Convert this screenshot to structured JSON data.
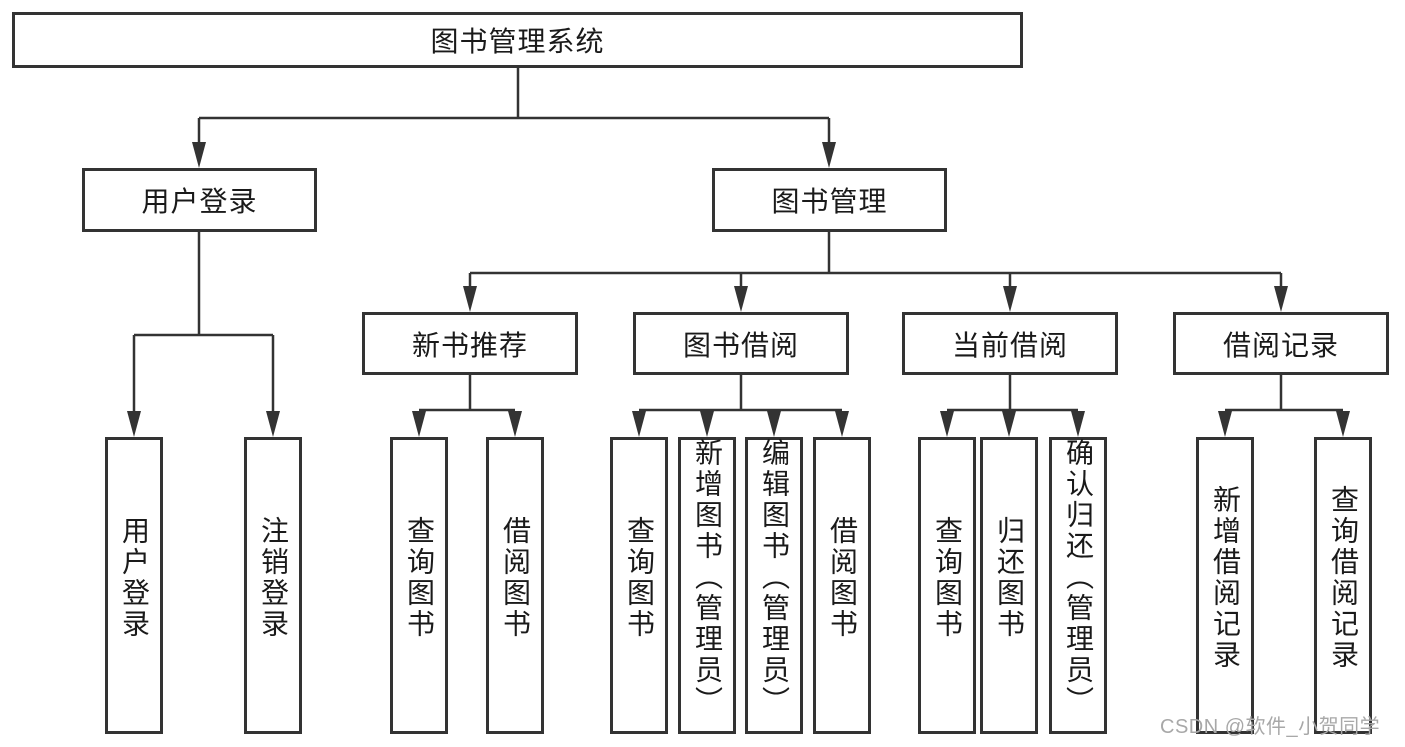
{
  "nodes": {
    "root": {
      "label": "图书管理系统"
    },
    "level2": [
      {
        "label": "用户登录"
      },
      {
        "label": "图书管理"
      }
    ],
    "level3": [
      {
        "label": "新书推荐"
      },
      {
        "label": "图书借阅"
      },
      {
        "label": "当前借阅"
      },
      {
        "label": "借阅记录"
      }
    ],
    "leaves": [
      {
        "label": "用户登录"
      },
      {
        "label": "注销登录"
      },
      {
        "label": "查询图书"
      },
      {
        "label": "借阅图书"
      },
      {
        "label": "查询图书"
      },
      {
        "label": "新增图书（管理员）"
      },
      {
        "label": "编辑图书（管理员）"
      },
      {
        "label": "借阅图书"
      },
      {
        "label": "查询图书"
      },
      {
        "label": "归还图书"
      },
      {
        "label": "确认归还（管理员）"
      },
      {
        "label": "新增借阅记录"
      },
      {
        "label": "查询借阅记录"
      }
    ]
  },
  "watermark": "CSDN @软件_小贺同学",
  "colors": {
    "line": "#333333",
    "text": "#1a1a1a",
    "watermark": "#a8a8a8",
    "background": "#ffffff"
  }
}
